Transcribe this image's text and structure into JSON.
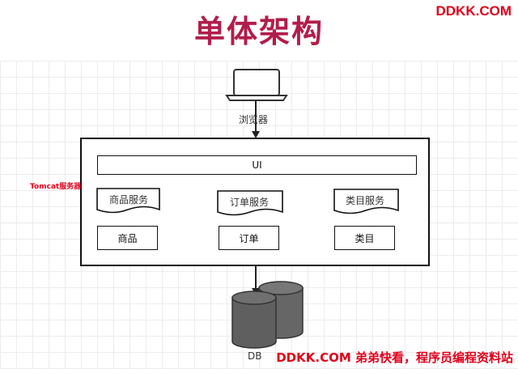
{
  "header": {
    "title": "单体架构",
    "brand": "DDKK.COM"
  },
  "footer": {
    "text": "DDKK.COM 弟弟快看，程序员编程资料站"
  },
  "diagram": {
    "browser_label": "浏览器",
    "container_label": "Tomcat服务器",
    "ui_label": "UI",
    "services": [
      {
        "service_label": "商品服务",
        "module_label": "商品"
      },
      {
        "service_label": "订单服务",
        "module_label": "订单"
      },
      {
        "service_label": "类目服务",
        "module_label": "类目"
      }
    ],
    "db_label": "DB"
  }
}
